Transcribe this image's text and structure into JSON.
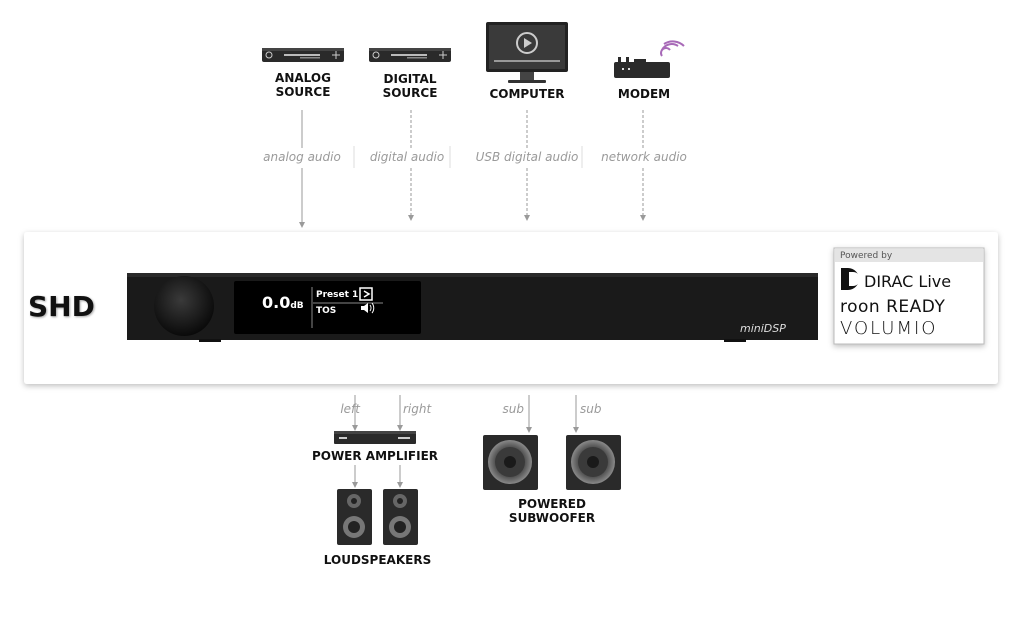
{
  "device": {
    "name": "SHD"
  },
  "sources": [
    {
      "label_line1": "ANALOG",
      "label_line2": "SOURCE",
      "signal": "analog audio",
      "icon": "analog-source-icon"
    },
    {
      "label_line1": "DIGITAL",
      "label_line2": "SOURCE",
      "signal": "digital audio",
      "icon": "digital-source-icon"
    },
    {
      "label_line1": "COMPUTER",
      "label_line2": "",
      "signal": "USB digital audio",
      "icon": "computer-icon"
    },
    {
      "label_line1": "MODEM",
      "label_line2": "",
      "signal": "network audio",
      "icon": "modem-icon"
    }
  ],
  "display": {
    "volume": "0.0",
    "volume_unit": "dB",
    "preset": "Preset 1",
    "input": "TOS"
  },
  "badges": {
    "powered_by": "Powered by",
    "dirac": "DIRAC Live",
    "roon": "roon READY",
    "volumio": "VOLUMIO"
  },
  "brand_logo": "miniDSP",
  "outputs": {
    "amp_channels": [
      "left",
      "right"
    ],
    "sub_channels": [
      "sub",
      "sub"
    ],
    "power_amplifier": "POWER AMPLIFIER",
    "loudspeakers": "LOUDSPEAKERS",
    "subwoofer_line1": "POWERED",
    "subwoofer_line2": "SUBWOOFER"
  },
  "colors": {
    "panel_bg": "#ffffff",
    "device_body": "#1a1a1a",
    "lcd_bg": "#000000",
    "arrow": "#9a9a9a"
  }
}
